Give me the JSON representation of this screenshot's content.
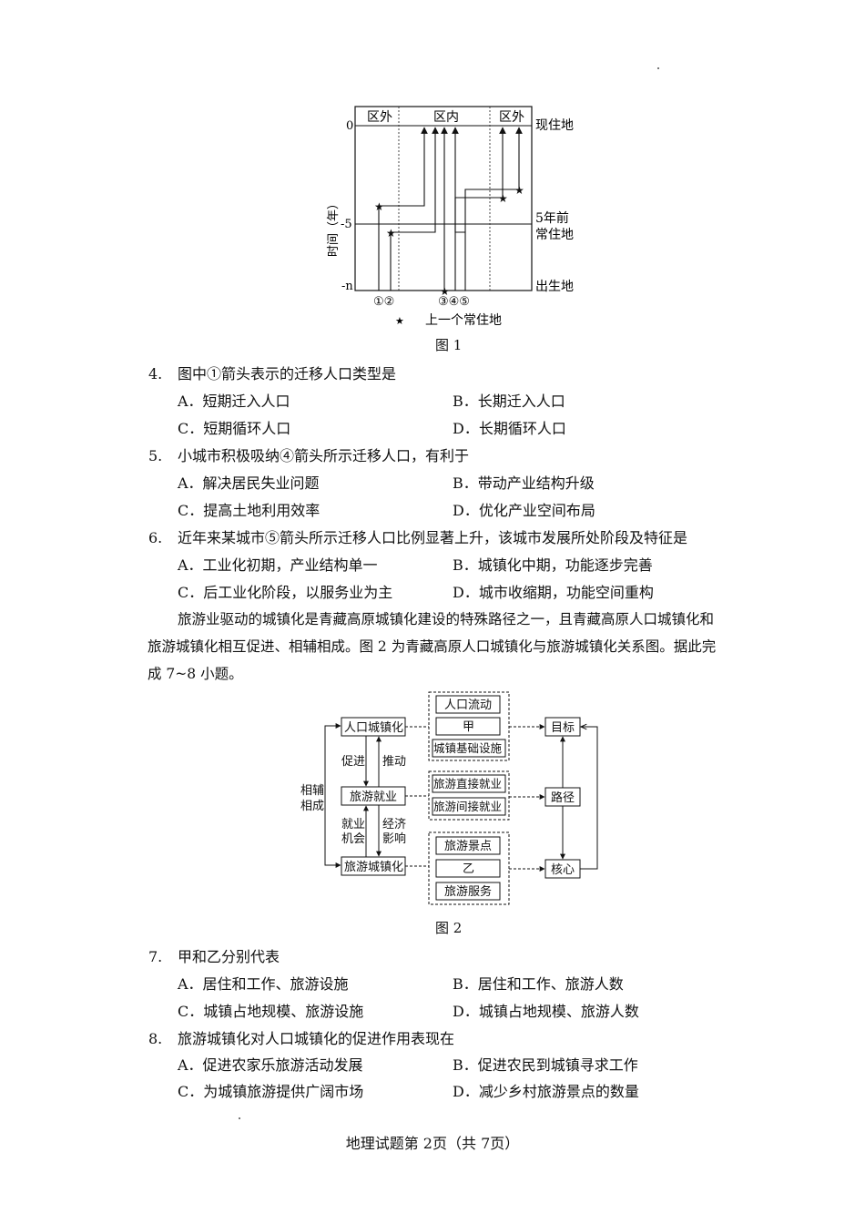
{
  "figure1": {
    "zone_left": "区外",
    "zone_mid": "区内",
    "zone_right": "区外",
    "y_axis_label": "时间（年）",
    "tick_0": "0",
    "tick_minus5": "-5",
    "tick_minus_n": "-n",
    "label_current": "现住地",
    "label_five_years_a": "5年前",
    "label_five_years_b": "常住地",
    "label_birth": "出生地",
    "arrows_label_a": "①②",
    "arrows_label_b": "③④⑤",
    "legend_star": "★",
    "legend_text": "上一个常住地",
    "caption": "图 1"
  },
  "questions_a": [
    {
      "num": "4.",
      "stem": "图中①箭头表示的迁移人口类型是",
      "options": [
        "A．短期迁入人口",
        "B．长期迁入人口",
        "C．短期循环人口",
        "D．长期循环人口"
      ]
    },
    {
      "num": "5.",
      "stem": "小城市积极吸纳④箭头所示迁移人口，有利于",
      "options": [
        "A．解决居民失业问题",
        "B．带动产业结构升级",
        "C．提高土地利用效率",
        "D．优化产业空间布局"
      ]
    },
    {
      "num": "6.",
      "stem": "近年来某城市⑤箭头所示迁移人口比例显著上升，该城市发展所处阶段及特征是",
      "options": [
        "A．工业化初期，产业结构单一",
        "B．城镇化中期，功能逐步完善",
        "C．后工业化阶段，以服务业为主",
        "D．城市收缩期，功能空间重构"
      ]
    }
  ],
  "intro": {
    "line1": "旅游业驱动的城镇化是青藏高原城镇化建设的特殊路径之一，且青藏高原人口城镇化和",
    "line2": "旅游城镇化相互促进、相辅相成。图 2 为青藏高原人口城镇化与旅游城镇化关系图。据此完",
    "line3": "成 7~8 小题。"
  },
  "figure2": {
    "side_a": "相辅",
    "side_b": "相成",
    "box_pop": "人口城镇化",
    "box_emp": "旅游就业",
    "box_tour": "旅游城镇化",
    "lbl_promote": "促进",
    "lbl_drive": "推动",
    "lbl_job_a": "就业",
    "lbl_job_b": "机会",
    "lbl_econ_a": "经济",
    "lbl_econ_b": "影响",
    "g1": [
      "人口流动",
      "甲",
      "城镇基础设施"
    ],
    "g2": [
      "旅游直接就业",
      "旅游间接就业"
    ],
    "g3": [
      "旅游景点",
      "乙",
      "旅游服务"
    ],
    "box_goal": "目标",
    "box_path": "路径",
    "box_core": "核心",
    "caption": "图 2"
  },
  "questions_b": [
    {
      "num": "7.",
      "stem": "甲和乙分别代表",
      "options": [
        "A．居住和工作、旅游设施",
        "B．居住和工作、旅游人数",
        "C．城镇占地规模、旅游设施",
        "D．城镇占地规模、旅游人数"
      ]
    },
    {
      "num": "8.",
      "stem": "旅游城镇化对人口城镇化的促进作用表现在",
      "options": [
        "A．促进农家乐旅游活动发展",
        "B．促进农民到城镇寻求工作",
        "C．为城镇旅游提供广阔市场",
        "D．减少乡村旅游景点的数量"
      ]
    }
  ],
  "footer": "地理试题第 2页（共 7页）"
}
